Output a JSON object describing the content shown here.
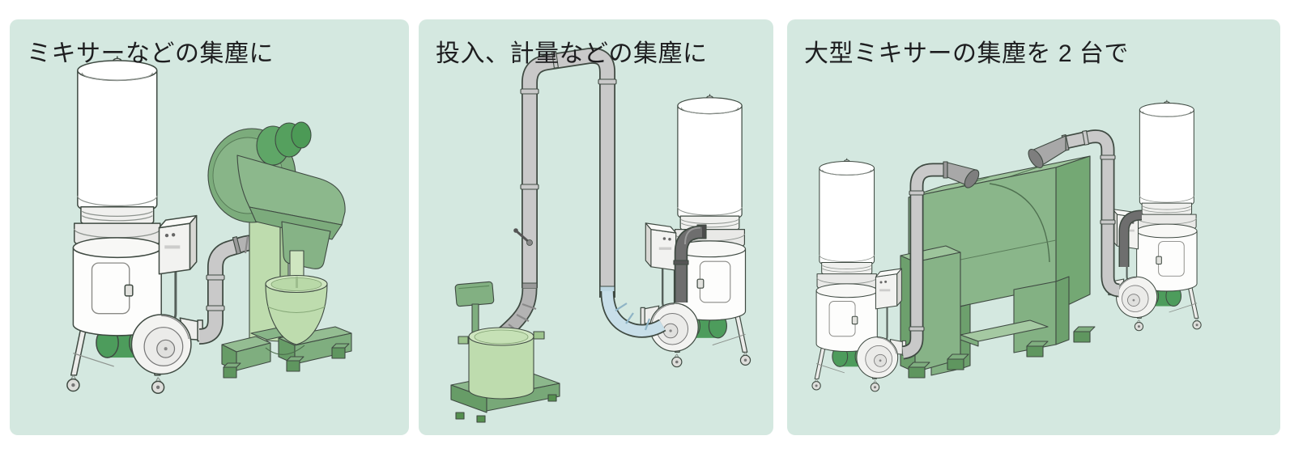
{
  "palette": {
    "page_bg": "#ffffff",
    "panel_bg": "#d4e8e0",
    "title_color": "#1d1d1f",
    "outline": "#3f4a42",
    "machine_green": "#8cb88c",
    "machine_green_dark": "#6da06d",
    "machine_green_light": "#9dc49b",
    "motor_green": "#4d9c5c",
    "bowl_green": "#bedcae",
    "bowl_green_light": "#cfe6c0",
    "pipe_gray": "#c9c9c9",
    "hose_gray": "#b3b3b3",
    "hood_gray": "#a8a8a8",
    "dark_duct": "#6e6e6e",
    "blue_duct": "#c8dfe9",
    "steel_white": "#f6f6f4"
  },
  "panels": [
    {
      "id": "panel-1",
      "title": "ミキサーなどの集塵に",
      "equipment": [
        "dust-collector",
        "suction-pipe",
        "flexible-hose",
        "planetary-mixer",
        "mixing-bowl"
      ]
    },
    {
      "id": "panel-2",
      "title": "投入、計量などの集塵に",
      "equipment": [
        "overhead-duct",
        "flexible-hose",
        "platform-scale",
        "weighing-drum",
        "dust-collector",
        "blue-flex-duct"
      ]
    },
    {
      "id": "panel-3",
      "title": "大型ミキサーの集塵を 2 台で",
      "equipment": [
        "dust-collector-left",
        "suction-hood-left",
        "large-ribbon-mixer",
        "suction-hood-right",
        "dust-collector-right"
      ]
    }
  ]
}
